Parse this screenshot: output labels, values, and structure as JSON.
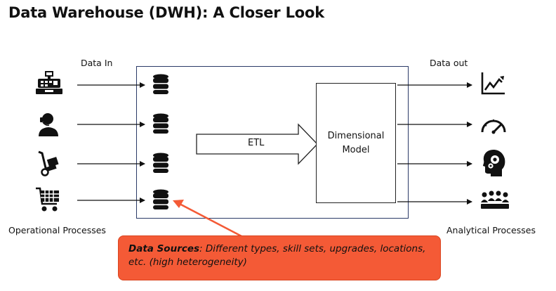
{
  "title": "Data Warehouse (DWH): A Closer Look",
  "labels": {
    "data_in": "Data In",
    "data_out": "Data out",
    "operational": "Operational Processes",
    "analytical": "Analytical Processes"
  },
  "etl": {
    "label": "ETL"
  },
  "dimensional_model": {
    "line1": "Dimensional",
    "line2": "Model"
  },
  "inputs": [
    {
      "icon": "cash-register-icon"
    },
    {
      "icon": "call-center-agent-icon"
    },
    {
      "icon": "hand-truck-icon"
    },
    {
      "icon": "shopping-cart-icon"
    }
  ],
  "data_sources": [
    {
      "icon": "database-icon"
    },
    {
      "icon": "database-icon"
    },
    {
      "icon": "database-icon"
    },
    {
      "icon": "database-icon"
    }
  ],
  "outputs": [
    {
      "icon": "line-chart-icon"
    },
    {
      "icon": "speedometer-icon"
    },
    {
      "icon": "head-gears-icon"
    },
    {
      "icon": "team-meeting-icon"
    }
  ],
  "callout": {
    "bold": "Data Sources",
    "text": ": Different types, skill sets, upgrades, locations, etc. (high heterogeneity)"
  },
  "colors": {
    "dwh_border": "#2b3a67",
    "callout_fill": "#f45a36",
    "callout_arrow": "#f45a36"
  }
}
